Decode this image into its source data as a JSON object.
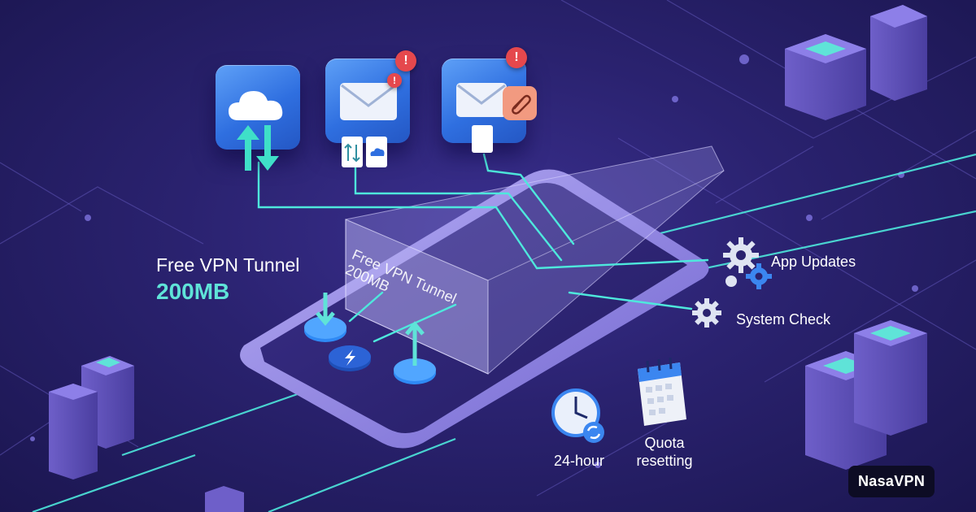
{
  "tunnel": {
    "title": "Free VPN Tunnel",
    "size": "200MB",
    "glass_title": "Free VPN Tunnel",
    "glass_size": "200MB"
  },
  "labels": {
    "app_updates": "App Updates",
    "system_check": "System Check",
    "hours": "24-hour",
    "quota_line1": "Quota",
    "quota_line2": "resetting"
  },
  "alerts": {
    "mark": "!"
  },
  "brand": {
    "name": "NasaVPN"
  },
  "icons": [
    "cloud-sync-icon",
    "mail-icon",
    "mail-attachment-icon",
    "download-icon",
    "upload-icon",
    "bolt-icon",
    "gear-icon",
    "clock-icon",
    "calendar-icon",
    "server-icon"
  ],
  "colors": {
    "accent": "#5fe3d8",
    "background": "#2a226f",
    "tile": "#2f6fe0",
    "alert": "#e5484d",
    "brand_bg": "#0d0c24"
  }
}
